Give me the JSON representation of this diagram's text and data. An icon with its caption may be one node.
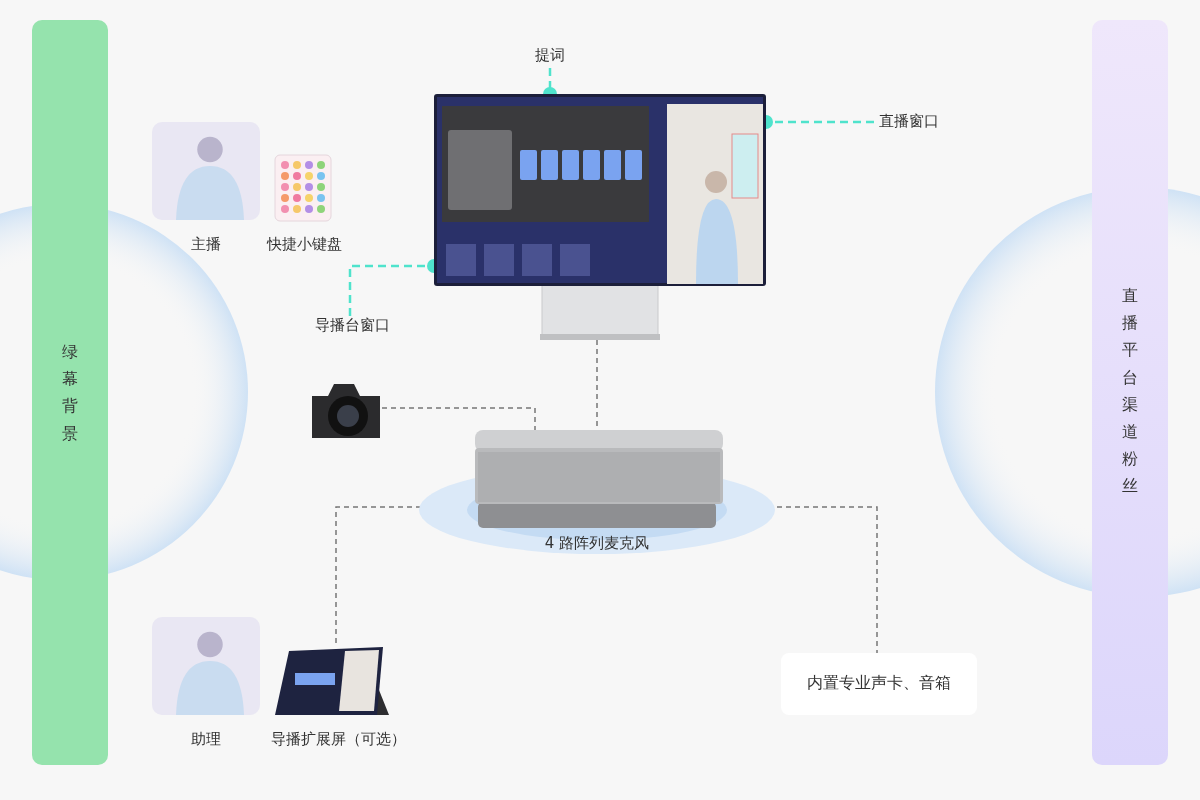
{
  "diagram": {
    "nodes": [
      {
        "text": [
          "绿幕背景"
        ]
      },
      {
        "text": [
          "直播平台渠道粉丝"
        ]
      },
      {
        "text": [
          "主播"
        ]
      },
      {
        "text": [
          "快捷小键盘"
        ]
      },
      {
        "text": [],
        "shape": "picture"
      },
      {
        "text": [
          "提词"
        ]
      },
      {
        "text": [
          "直播窗口"
        ]
      },
      {
        "text": [
          "导播台窗口"
        ]
      },
      {
        "text": [],
        "shape": "picture"
      },
      {
        "text": [
          "4 路阵列麦克风"
        ]
      },
      {
        "text": [
          "助理"
        ]
      },
      {
        "text": [
          "导播扩展屏（可选）"
        ]
      },
      {
        "text": [
          "内置专业声卡、音箱"
        ]
      }
    ],
    "edges": [
      {
        "from": 5,
        "to": 4,
        "arrow": "other",
        "style": "dashed",
        "color": "#4fe3cc"
      },
      {
        "from": 6,
        "to": 4,
        "arrow": "other",
        "style": "dashed",
        "color": "#4fe3cc"
      },
      {
        "from": 7,
        "to": 4,
        "arrow": "other",
        "style": "dashed",
        "color": "#4fe3cc"
      },
      {
        "from": 4,
        "to": 9,
        "arrow": "none",
        "style": "dashed"
      },
      {
        "from": 8,
        "to": 9,
        "arrow": "none",
        "style": "dashed"
      },
      {
        "from": 9,
        "to": 11,
        "arrow": "none",
        "style": "dashed"
      },
      {
        "from": 9,
        "to": 12,
        "arrow": "none",
        "style": "dashed"
      }
    ]
  }
}
